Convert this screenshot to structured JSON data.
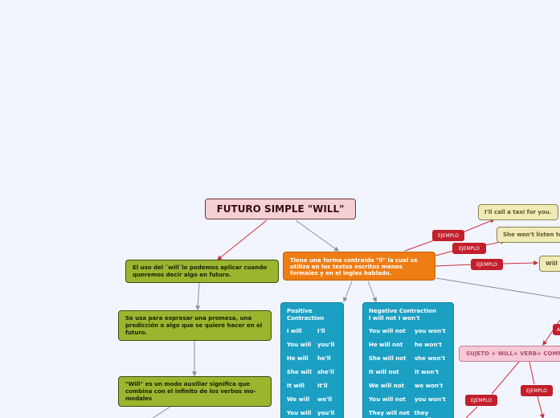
{
  "map": {
    "title": "FUTURO SIMPLE \"WILL\"",
    "uso": "El uso del ¨will¨lo podemos aplicar cuando queremos decir algo en futuro.",
    "promesa": "Se usa para expresar una promesa, una predicción o algo que se quiere hacer en el futuro.",
    "auxiliar": "\"Will\" es un modo auxiliar significa que combina con el infinito de los verbos mo-modales",
    "contraida": "Tiene una forma contraida \"ll\" la cual se utiliza en los textos escritos menos formales y en el ingles hablado.",
    "positive": {
      "header": "Positive Contraction",
      "rows": [
        [
          "I will",
          "I'll"
        ],
        [
          "You will",
          "you'll"
        ],
        [
          "He will",
          "he'll"
        ],
        [
          "She will",
          "she'll"
        ],
        [
          "It will",
          "it'll"
        ],
        [
          "We will",
          "we'll"
        ],
        [
          "You will",
          "you'll"
        ]
      ]
    },
    "negative": {
      "header": "Negative Contraction\nI will not I won't",
      "rows": [
        [
          "You will not",
          "you won't"
        ],
        [
          "He will not",
          "he won't"
        ],
        [
          "She will not",
          "she won't"
        ],
        [
          "It will not",
          "it won't"
        ],
        [
          "We will not",
          "we won't"
        ],
        [
          "You will not",
          "you won't"
        ],
        [
          "They will not",
          "they won't"
        ]
      ]
    },
    "examples": [
      "I'll call a taxi for you.",
      "She won't listen to",
      "Will"
    ],
    "tags": {
      "ejemplo": "EJEMPLO",
      "partial_a": "A"
    },
    "estructura": "SUJETO + WILL+ VERB+ COMPLEMENTO"
  },
  "colors": {
    "background": "#f2f5fd",
    "title_fill": "#f4cfd4",
    "green_node": "#9cb52f",
    "orange_node": "#ee7d14",
    "teal_node": "#1ba0c4",
    "example_node": "#f0ebb5",
    "tag": "#c21f2c",
    "pink_node": "#f7c8d6",
    "red_link": "#c8323c",
    "grey_link": "#8a8f99"
  }
}
